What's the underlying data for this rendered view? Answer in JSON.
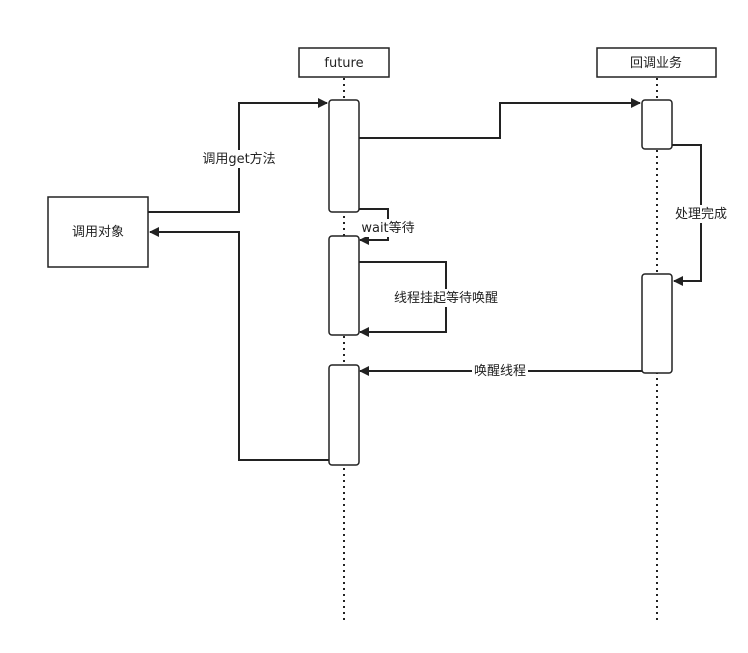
{
  "participants": {
    "future": "future",
    "callback": "回调业务",
    "caller": "调用对象"
  },
  "messages": {
    "call_get": "调用get方法",
    "wait": "wait等待",
    "suspend": "线程挂起等待唤醒",
    "done": "处理完成",
    "wake": "唤醒线程"
  },
  "colors": {
    "line": "#222222",
    "background": "#ffffff"
  }
}
